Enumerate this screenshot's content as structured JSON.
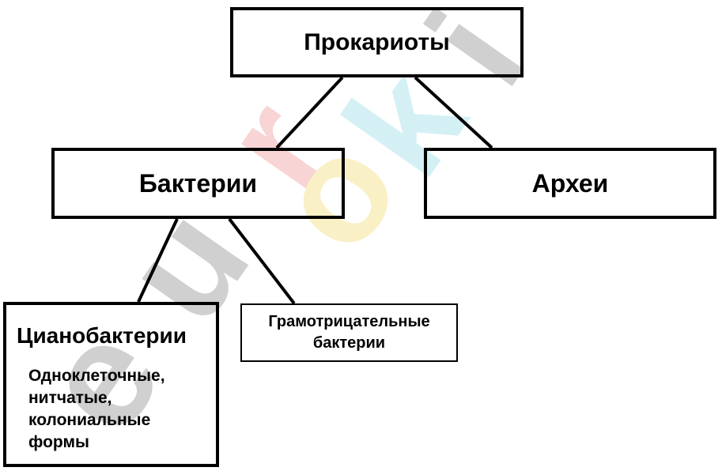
{
  "diagram": {
    "root": {
      "label": "Прокариоты"
    },
    "bacteria": {
      "label": "Бактерии"
    },
    "archaea": {
      "label": "Археи"
    },
    "cyanobacteria": {
      "title": "Цианобактерии",
      "description_lines": [
        "Одноклеточные,",
        "нитчатые,",
        "колониальные",
        "формы"
      ]
    },
    "gram_negative": {
      "label_lines": [
        "Грамотрицательные",
        "бактерии"
      ]
    }
  },
  "watermark": {
    "text": "euroki",
    "colors": {
      "e": "#bdbdbd",
      "u": "#bdbdbd",
      "r": "#f6c7c7",
      "o": "#f9e9b3",
      "k": "#c9ecf2",
      "i": "#bdbdbd"
    }
  }
}
